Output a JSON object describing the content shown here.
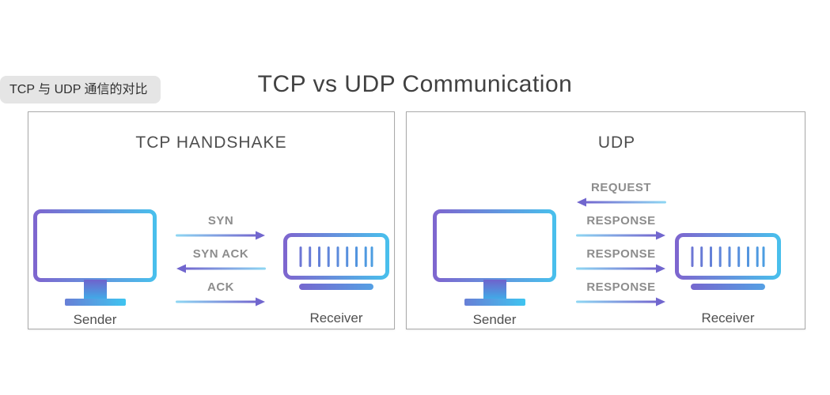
{
  "badge": {
    "label": "TCP 与 UDP 通信的对比"
  },
  "title": "TCP vs UDP Communication",
  "colors": {
    "icon_purple": "#7e66cf",
    "icon_cyan": "#49bfec",
    "arrow_purple": "#7166ce",
    "arrow_cyan": "#8ed7f3",
    "message_label_gray": "#8d8d8d",
    "heading_gray": "#4e4e4e",
    "title_gray": "#414141",
    "panel_border": "#aaaaaa",
    "badge_bg": "#e5e5e5"
  },
  "panels": [
    {
      "title": "TCP HANDSHAKE",
      "sender_label": "Sender",
      "receiver_label": "Receiver",
      "messages": [
        {
          "label": "SYN",
          "direction": "right"
        },
        {
          "label": "SYN ACK",
          "direction": "left"
        },
        {
          "label": "ACK",
          "direction": "right"
        }
      ]
    },
    {
      "title": "UDP",
      "sender_label": "Sender",
      "receiver_label": "Receiver",
      "messages": [
        {
          "label": "REQUEST",
          "direction": "left"
        },
        {
          "label": "RESPONSE",
          "direction": "right"
        },
        {
          "label": "RESPONSE",
          "direction": "right"
        },
        {
          "label": "RESPONSE",
          "direction": "right"
        }
      ]
    }
  ]
}
